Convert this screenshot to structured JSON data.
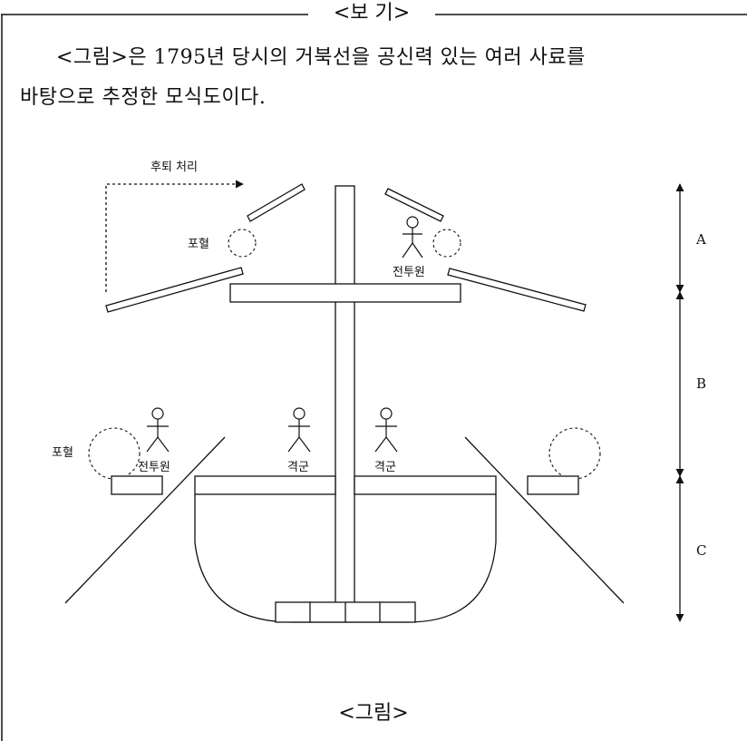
{
  "box": {
    "title": "<보  기>",
    "intro_line1": "<그림>은 1795년 당시의 거북선을 공신력 있는 여러 사료를",
    "intro_line2": "바탕으로 추정한 모식도이다."
  },
  "diagram": {
    "retreat_label": "후퇴 처리",
    "gunport_label": "포혈",
    "combatant_label": "전투원",
    "rower_label": "격군",
    "section_labels": [
      "A",
      "B",
      "C"
    ]
  },
  "caption": "<그림>"
}
